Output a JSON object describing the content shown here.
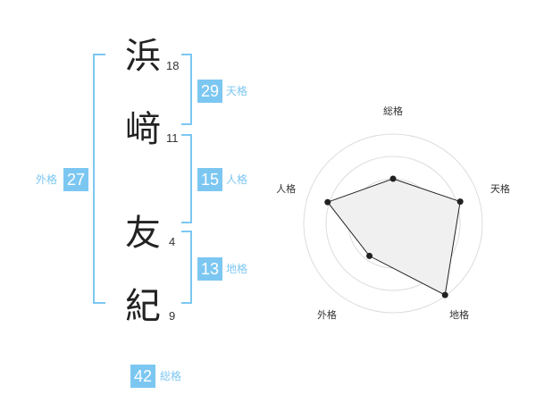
{
  "characters": [
    {
      "char": "浜",
      "strokes": "18"
    },
    {
      "char": "﨑",
      "strokes": "11"
    },
    {
      "char": "友",
      "strokes": "4"
    },
    {
      "char": "紀",
      "strokes": "9"
    }
  ],
  "scores": {
    "tenkaku": {
      "value": "29",
      "label": "天格"
    },
    "jinkaku": {
      "value": "15",
      "label": "人格"
    },
    "chikaku": {
      "value": "13",
      "label": "地格"
    },
    "gaikaku": {
      "value": "27",
      "label": "外格"
    },
    "soukaku": {
      "value": "42",
      "label": "総格"
    }
  },
  "colors": {
    "accent": "#7cc7f2",
    "text": "#222222",
    "radar_fill": "#f0f0f0",
    "radar_line": "#222222",
    "grid": "#dddddd"
  },
  "chart_data": {
    "type": "radar",
    "axes": [
      "総格",
      "天格",
      "地格",
      "外格",
      "人格"
    ],
    "values": [
      0.5,
      0.79,
      0.99,
      0.45,
      0.77
    ],
    "rings": 4,
    "grid": true
  }
}
